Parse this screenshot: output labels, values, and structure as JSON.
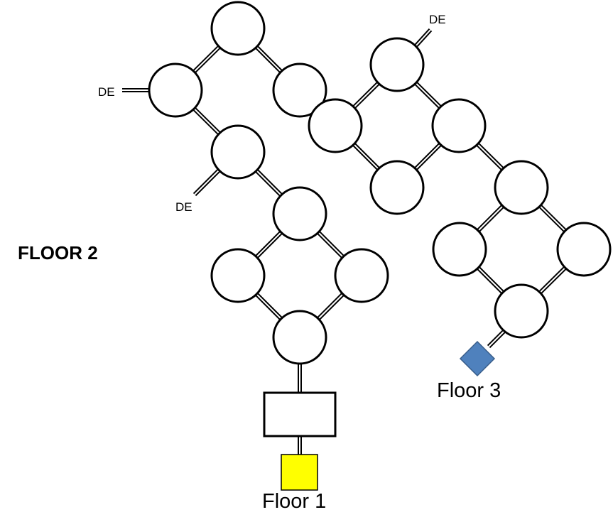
{
  "floor_label": "FLOOR 2",
  "dead_end_label": "DE",
  "exits": {
    "floor_1": {
      "label": "Floor 1",
      "color": "#ffff00"
    },
    "floor_3": {
      "label": "Floor 3",
      "color": "#4f81bd"
    }
  },
  "colors": {
    "line": "#000000",
    "room_fill": "#ffffff"
  }
}
